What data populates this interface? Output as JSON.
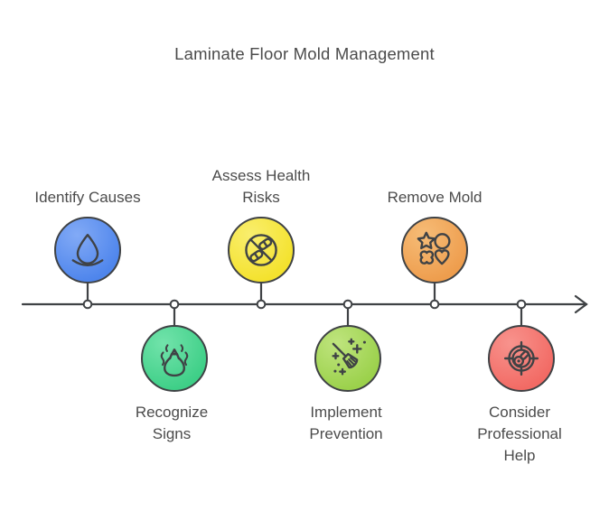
{
  "title": "Laminate Floor Mold Management",
  "colors": {
    "outline": "#3f4245",
    "text": "#4b4b4b",
    "background": "#ffffff",
    "node_fill": "#ffffff"
  },
  "timeline": {
    "orientation": "horizontal",
    "arrow_direction": "right",
    "node_count": 6
  },
  "steps": [
    {
      "label": "Identify Causes",
      "side": "above",
      "icon": "water-drop-icon",
      "color": "#4e85ec",
      "color_light": "#82aaf6"
    },
    {
      "label": "Recognize Signs",
      "side": "below",
      "icon": "smelly-trash-bag-icon",
      "color": "#3ecf87",
      "color_light": "#72e3ab"
    },
    {
      "label": "Assess Health Risks",
      "side": "above",
      "icon": "no-pills-icon",
      "color": "#f4e22d",
      "color_light": "#f9ee6e"
    },
    {
      "label": "Implement Prevention",
      "side": "below",
      "icon": "broom-sparkles-icon",
      "color": "#9bd14b",
      "color_light": "#bfe47e"
    },
    {
      "label": "Remove Mold",
      "side": "above",
      "icon": "shapes-icon",
      "color": "#ee9d4d",
      "color_light": "#f6bc77"
    },
    {
      "label": "Consider Professional Help",
      "side": "below",
      "icon": "target-gauge-icon",
      "color": "#f26a64",
      "color_light": "#f8938d"
    }
  ]
}
